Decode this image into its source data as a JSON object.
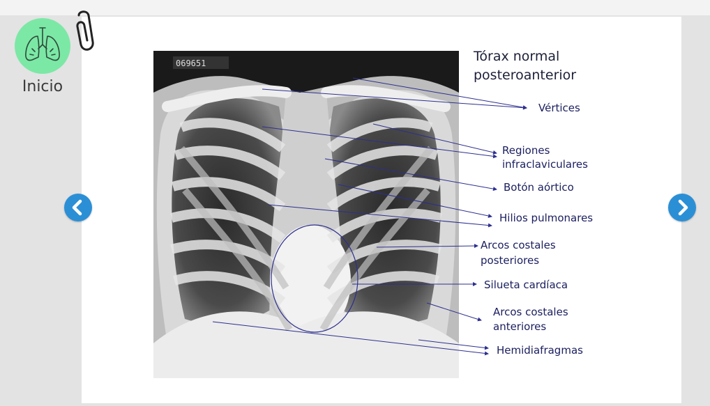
{
  "home": {
    "label": "Inicio",
    "icon": "lungs-icon"
  },
  "attachment": {
    "icon": "paperclip-icon"
  },
  "nav": {
    "prev_icon": "chevron-left-icon",
    "next_icon": "chevron-right-icon",
    "accent": "#2b8fd6"
  },
  "slide": {
    "title_line1": "Tórax normal",
    "title_line2": "posteroanterior",
    "film_number": "069651",
    "labels": {
      "vertices": "Vértices",
      "infraclav_1": "Regiones",
      "infraclav_2": "infraclaviculares",
      "aortic": "Botón aórtico",
      "hilios": "Hilios pulmonares",
      "post_ribs_1": "Arcos costales",
      "post_ribs_2": "posteriores",
      "cardiac": "Silueta cardíaca",
      "ant_ribs_1": "Arcos costales",
      "ant_ribs_2": "anteriores",
      "diaphragm": "Hemidiafragmas"
    }
  },
  "colors": {
    "home_circle": "#7ce8a6",
    "label_text": "#1c2060",
    "annotation_line": "#2d2f8f"
  }
}
